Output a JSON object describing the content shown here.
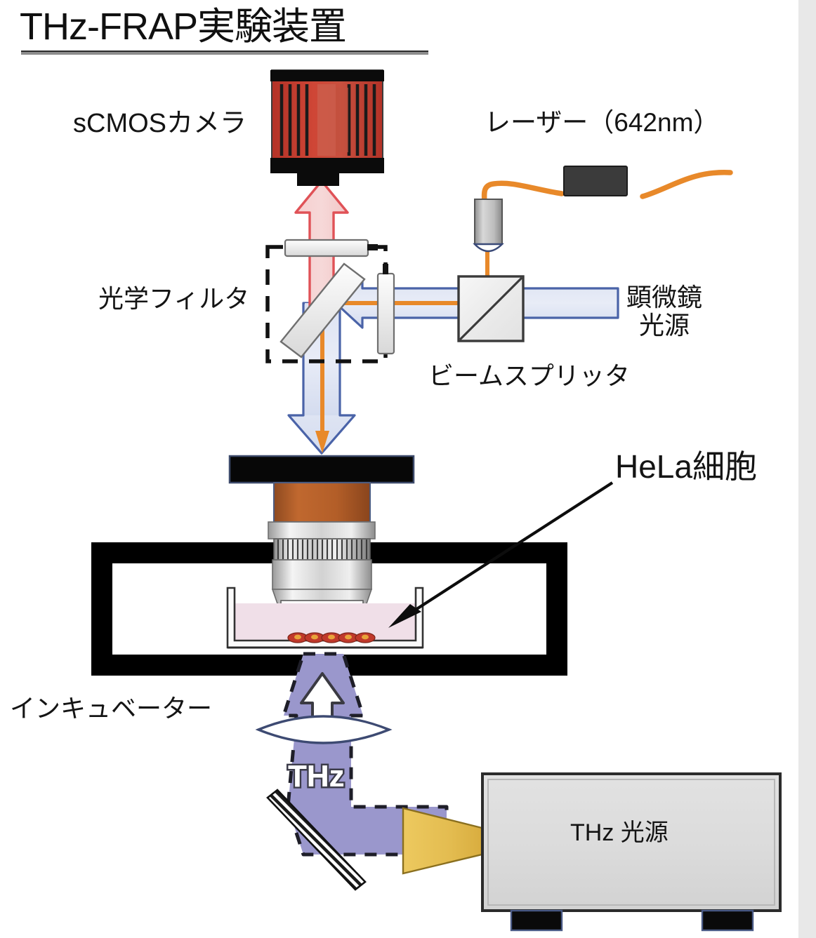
{
  "figure": {
    "title": "THz-FRAP実験装置",
    "domain_note": "scientific apparatus schematic"
  },
  "labels": {
    "camera": "sCMOSカメラ",
    "laser": "レーザー（642nm）",
    "optical_filter": "光学フィルタ",
    "microscope_source_line1": "顕微鏡",
    "microscope_source_line2": "光源",
    "beam_splitter": "ビームスプリッタ",
    "hela_cells": "HeLa細胞",
    "incubator": "インキュベーター",
    "thz_source": "THz 光源",
    "thz_beam": "THz"
  },
  "colors": {
    "camera_body": "#c0392b",
    "camera_body_dark": "#a93226",
    "laser_fiber": "#e8892a",
    "emission_red": "#e8565a",
    "excitation_blue": "#4a63a8",
    "thz_purple": "#9a97cc",
    "dish_medium": "#f0dfe8",
    "objective_collar": "#b55a28",
    "horn_gold": "#e8c45c",
    "source_box": "#dcdcdc",
    "frame_black": "#000000",
    "right_strip": "#e8e8e8"
  },
  "components": [
    {
      "id": "scmos-camera",
      "name": "sCMOSカメラ",
      "kind": "detector"
    },
    {
      "id": "emission-filter",
      "name": "光学フィルタ",
      "kind": "filter"
    },
    {
      "id": "dichroic-mirror",
      "name": "dichroic mirror",
      "kind": "mirror"
    },
    {
      "id": "excitation-filter",
      "name": "excitation filter",
      "kind": "filter"
    },
    {
      "id": "laser-642",
      "name": "レーザー（642nm）",
      "kind": "source"
    },
    {
      "id": "fiber-collimator",
      "name": "fiber collimator",
      "kind": "optic"
    },
    {
      "id": "beam-splitter-cube",
      "name": "ビームスプリッタ",
      "kind": "splitter"
    },
    {
      "id": "microscope-lamp",
      "name": "顕微鏡光源",
      "kind": "source"
    },
    {
      "id": "objective-lens",
      "name": "objective lens",
      "kind": "optic"
    },
    {
      "id": "culture-dish",
      "name": "culture dish",
      "kind": "sample"
    },
    {
      "id": "hela-cells",
      "name": "HeLa細胞",
      "kind": "sample"
    },
    {
      "id": "incubator",
      "name": "インキュベーター",
      "kind": "enclosure"
    },
    {
      "id": "thz-lens",
      "name": "THz lens",
      "kind": "optic"
    },
    {
      "id": "thz-mirror",
      "name": "THz mirror",
      "kind": "mirror"
    },
    {
      "id": "horn-antenna",
      "name": "horn antenna",
      "kind": "optic"
    },
    {
      "id": "thz-source-box",
      "name": "THz 光源",
      "kind": "source"
    }
  ],
  "beams": [
    {
      "id": "emission-beam",
      "color": "#e8565a",
      "label": "fluorescence emission to camera"
    },
    {
      "id": "excitation-beam",
      "color": "#e8892a",
      "label": "642 nm laser excitation"
    },
    {
      "id": "illumination-beam",
      "color": "#4a63a8",
      "label": "microscope illumination"
    },
    {
      "id": "thz-beam",
      "color": "#9a97cc",
      "label": "THz"
    }
  ]
}
